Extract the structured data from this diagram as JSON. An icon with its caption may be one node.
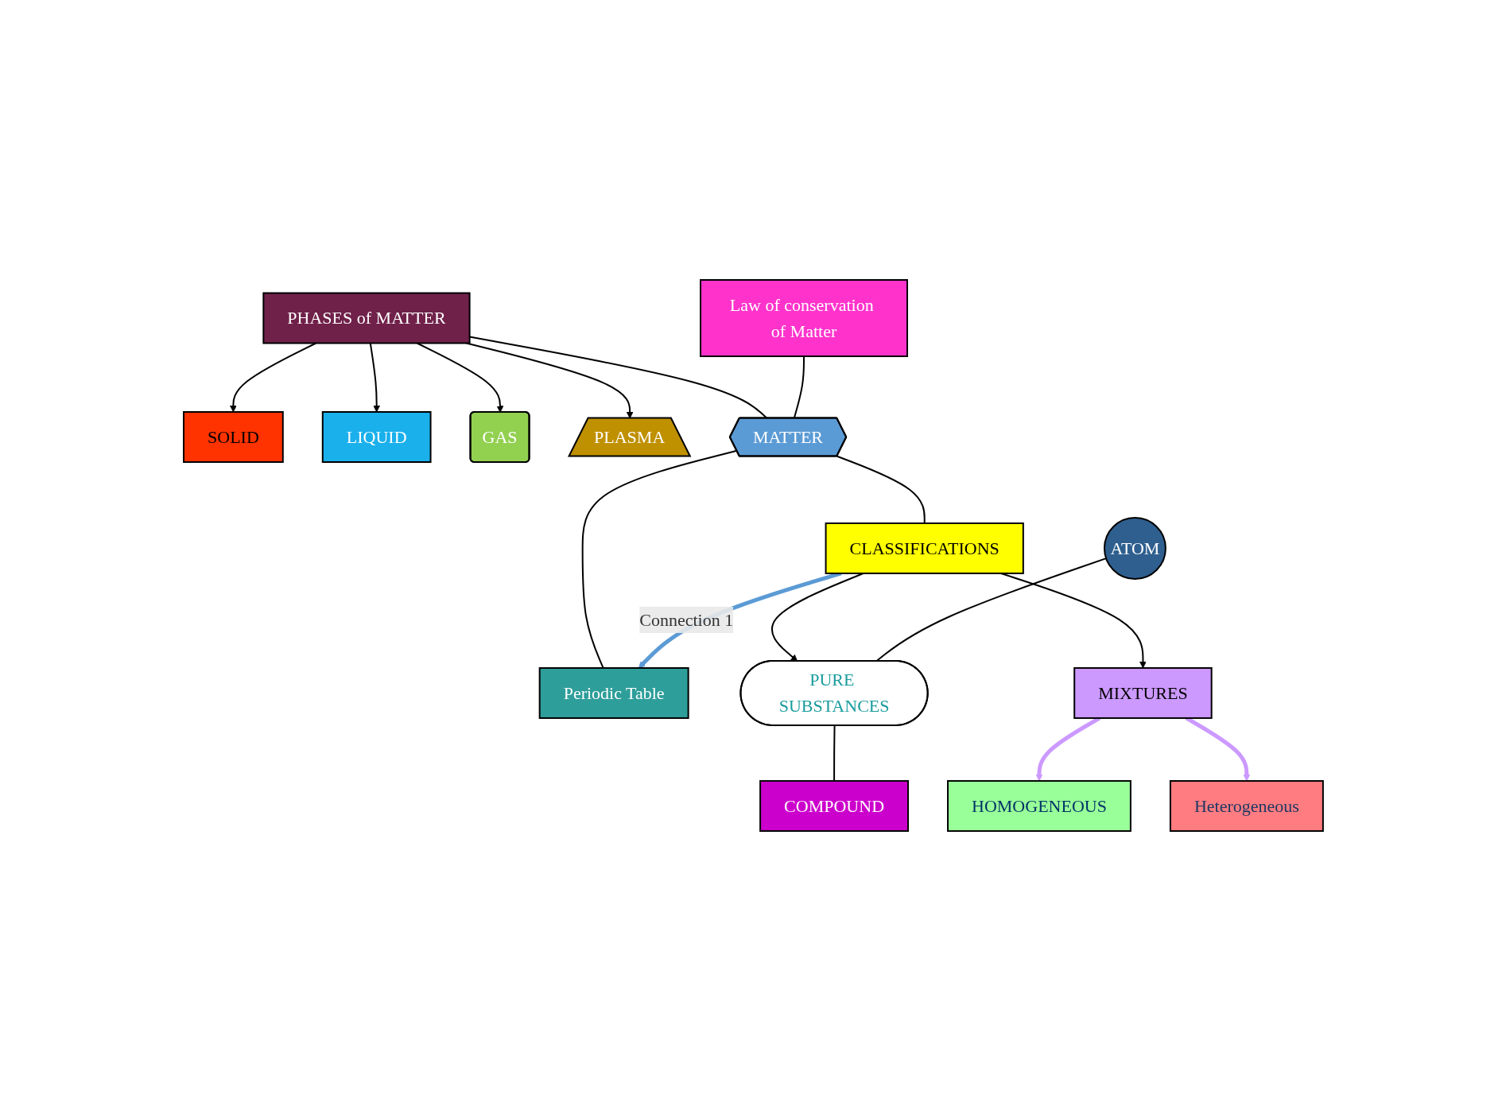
{
  "diagram": {
    "nodes": [
      {
        "text": [
          "PHASES of MATTER"
        ]
      },
      {
        "text": [
          "SOLID"
        ]
      },
      {
        "text": [
          "LIQUID"
        ]
      },
      {
        "text": [
          "GAS"
        ]
      },
      {
        "text": [
          "PLASMA"
        ]
      },
      {
        "text": [
          "Law of conservation of Matter"
        ]
      },
      {
        "text": [
          "MATTER"
        ]
      },
      {
        "text": [
          "Periodic Table"
        ]
      },
      {
        "text": [
          "ATOM"
        ]
      },
      {
        "text": [
          "CLASSIFICATIONS"
        ]
      },
      {
        "text": [
          "PURE SUBSTANCES"
        ]
      },
      {
        "text": [
          "MIXTURES"
        ]
      },
      {
        "text": [
          "COMPOUND"
        ]
      },
      {
        "text": [
          "HOMOGENEOUS"
        ]
      },
      {
        "text": [
          "Heterogeneous"
        ]
      }
    ],
    "edges": [
      {
        "from": 0,
        "to": 1,
        "arrow": "to"
      },
      {
        "from": 0,
        "to": 2,
        "arrow": "to"
      },
      {
        "from": 0,
        "to": 3,
        "arrow": "to"
      },
      {
        "from": 0,
        "to": 4,
        "arrow": "to"
      },
      {
        "from": 0,
        "to": 6,
        "arrow": "none"
      },
      {
        "from": 5,
        "to": 6,
        "arrow": "none"
      },
      {
        "from": 6,
        "to": 7,
        "arrow": "none"
      },
      {
        "from": 6,
        "to": 9,
        "arrow": "none"
      },
      {
        "from": 9,
        "to": 10,
        "arrow": "to"
      },
      {
        "from": 9,
        "to": 11,
        "arrow": "to"
      },
      {
        "from": 8,
        "to": 10,
        "arrow": "none"
      },
      {
        "from": 10,
        "to": 12,
        "arrow": "none"
      },
      {
        "from": 11,
        "to": 13,
        "arrow": "to",
        "style": "thick",
        "color": "#cc99ff"
      },
      {
        "from": 11,
        "to": 14,
        "arrow": "to",
        "style": "thick",
        "color": "#cc99ff"
      },
      {
        "from": 9,
        "to": 7,
        "arrow": "to",
        "label": "Connection 1",
        "style": "thick",
        "color": "#5b9bd5"
      }
    ]
  }
}
